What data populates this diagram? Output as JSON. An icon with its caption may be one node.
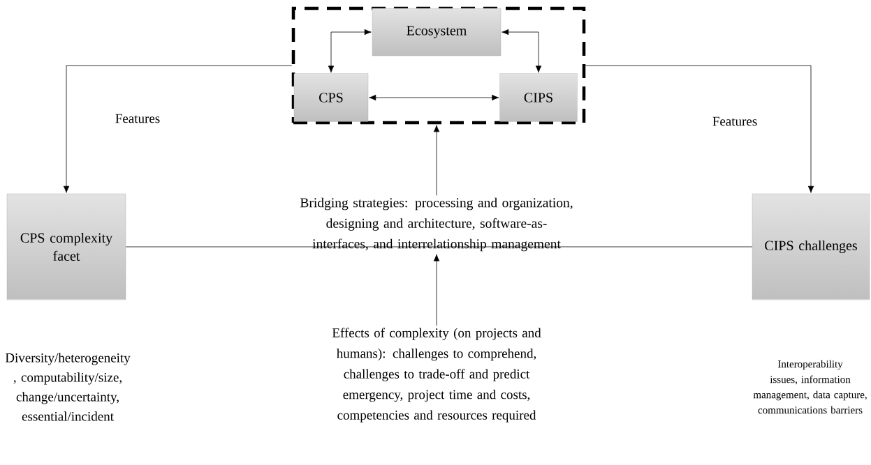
{
  "diagram": {
    "nodes": [
      {
        "text": [],
        "shape": "box"
      },
      {
        "text": [
          "Ecosystem"
        ],
        "in": 0
      },
      {
        "text": [
          "CPS"
        ],
        "in": 0
      },
      {
        "text": [
          "CIPS"
        ],
        "in": 0
      },
      {
        "text": [
          "CPS complexity facet"
        ]
      },
      {
        "text": [
          "Bridging strategies: processing and organization, designing and architecture, software-as-interfaces, and interrelationship management"
        ]
      },
      {
        "text": [
          "CIPS challenges"
        ]
      },
      {
        "text": [
          "Effects of complexity (on projects and humans): challenges to comprehend, challenges to trade-off and predict emergency, project time and costs, competencies and resources required"
        ]
      }
    ],
    "edges": [
      {
        "from": 2,
        "to": 1,
        "arrow": "both"
      },
      {
        "from": 3,
        "to": 1,
        "arrow": "both"
      },
      {
        "from": 2,
        "to": 3,
        "arrow": "both"
      },
      {
        "from": 0,
        "to": 4,
        "arrow": "to",
        "label": "Features"
      },
      {
        "from": 0,
        "to": 6,
        "arrow": "to",
        "label": "Features"
      },
      {
        "from": 5,
        "to": 0,
        "arrow": "to"
      },
      {
        "from": 7,
        "to": 5,
        "arrow": "to"
      },
      {
        "from": 4,
        "to": 6,
        "arrow": "none"
      }
    ],
    "labels": [
      "Diversity/heterogeneity , computability/size, change/uncertainty, essential/incident",
      "Interoperability issues, information management, data capture, communications barriers"
    ]
  }
}
